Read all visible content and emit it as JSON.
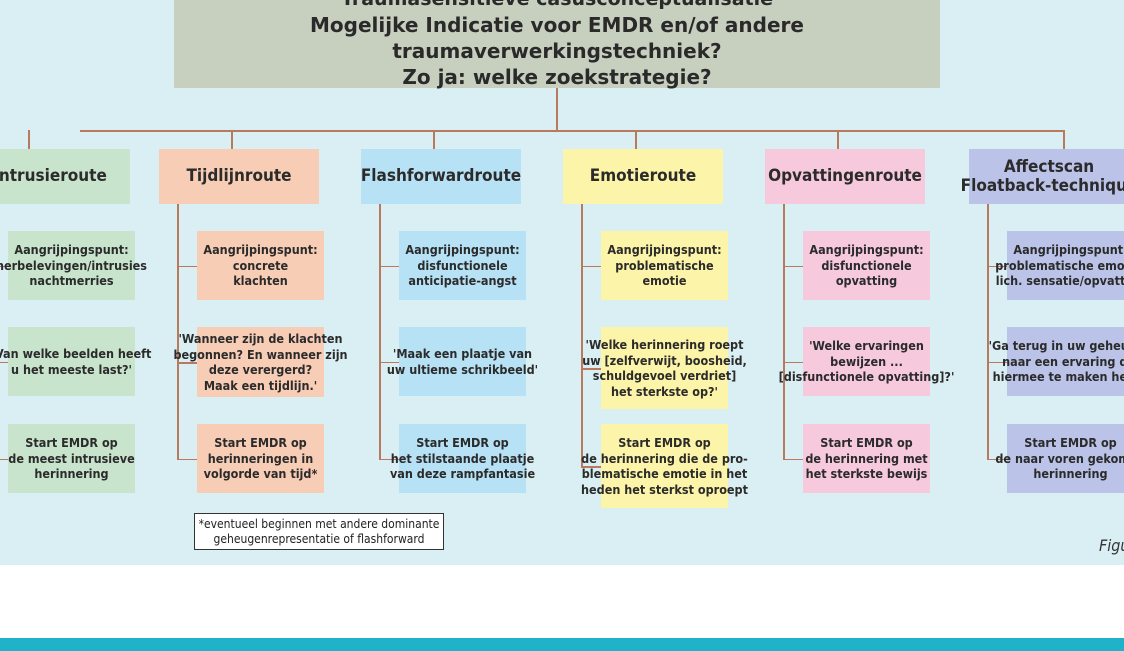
{
  "colors": {
    "background": "#daeff3",
    "header": "#c7cfbf",
    "connector": "#b87a5c",
    "bottom_bar": "#1fb2c8",
    "routes": [
      "#c8e4cd",
      "#f8cdb5",
      "#b7e1f4",
      "#fcf4a8",
      "#f7c9dd",
      "#bcc3e8"
    ]
  },
  "header": {
    "line1": "Traumasensitieve casusconceptualisatie",
    "line2": "Mogelijke Indicatie voor EMDR en/of andere traumaverwerkingstechniek?",
    "line3": "Zo ja: welke zoekstrategie?"
  },
  "routes": [
    {
      "title": [
        "Intrusieroute"
      ],
      "point": [
        "Aangrijpingspunt:",
        "herbelevingen/intrusies",
        "nachtmerries"
      ],
      "question": [
        "'Van welke beelden heeft",
        "u het meeste last?'"
      ],
      "start": [
        "Start EMDR op",
        "de meest intrusieve",
        "herinnering"
      ]
    },
    {
      "title": [
        "Tijdlijnroute"
      ],
      "point": [
        "Aangrijpingspunt:",
        "concrete",
        "klachten"
      ],
      "question": [
        "'Wanneer zijn de klachten",
        "begonnen? En wanneer zijn",
        "deze verergerd?",
        "Maak een tijdlijn.'"
      ],
      "start": [
        "Start EMDR op",
        "herinneringen in",
        "volgorde van tijd*"
      ]
    },
    {
      "title": [
        "Flashforwardroute"
      ],
      "point": [
        "Aangrijpingspunt:",
        "disfunctionele",
        "anticipatie-angst"
      ],
      "question": [
        "'Maak een plaatje van",
        "uw ultieme schrikbeeld'"
      ],
      "start": [
        "Start EMDR op",
        "het stilstaande plaatje",
        "van deze rampfantasie"
      ]
    },
    {
      "title": [
        "Emotieroute"
      ],
      "point": [
        "Aangrijpingspunt:",
        "problematische",
        "emotie"
      ],
      "question": [
        "'Welke herinnering roept",
        "uw [zelfverwijt, boosheid,",
        "schuldgevoel verdriet]",
        "het sterkste op?'"
      ],
      "start": [
        "Start EMDR op",
        "de herinnering die de pro-",
        "blematische emotie in het",
        "heden het sterkst oproept"
      ]
    },
    {
      "title": [
        "Opvattingenroute"
      ],
      "point": [
        "Aangrijpingspunt:",
        "disfunctionele",
        "opvatting"
      ],
      "question": [
        "'Welke ervaringen",
        "bewijzen ...",
        "[disfunctionele opvatting]?'"
      ],
      "start": [
        "Start EMDR op",
        "de herinnering met",
        "het sterkste bewijs"
      ]
    },
    {
      "title": [
        "Affectscan",
        "Floatback-technique"
      ],
      "point": [
        "Aangrijpingspunt:",
        "problematische emotie,",
        "lich. sensatie/opvatting"
      ],
      "question": [
        "'Ga terug in uw geheugen",
        "naar een ervaring die",
        "hiermee te maken heeft'"
      ],
      "start": [
        "Start EMDR op",
        "de naar voren gekomen",
        "herinnering"
      ]
    }
  ],
  "footnote": [
    "*eventueel beginnen met andere dominante",
    "geheugenrepresentatie of flashforward"
  ],
  "figure_label": "Figuur"
}
